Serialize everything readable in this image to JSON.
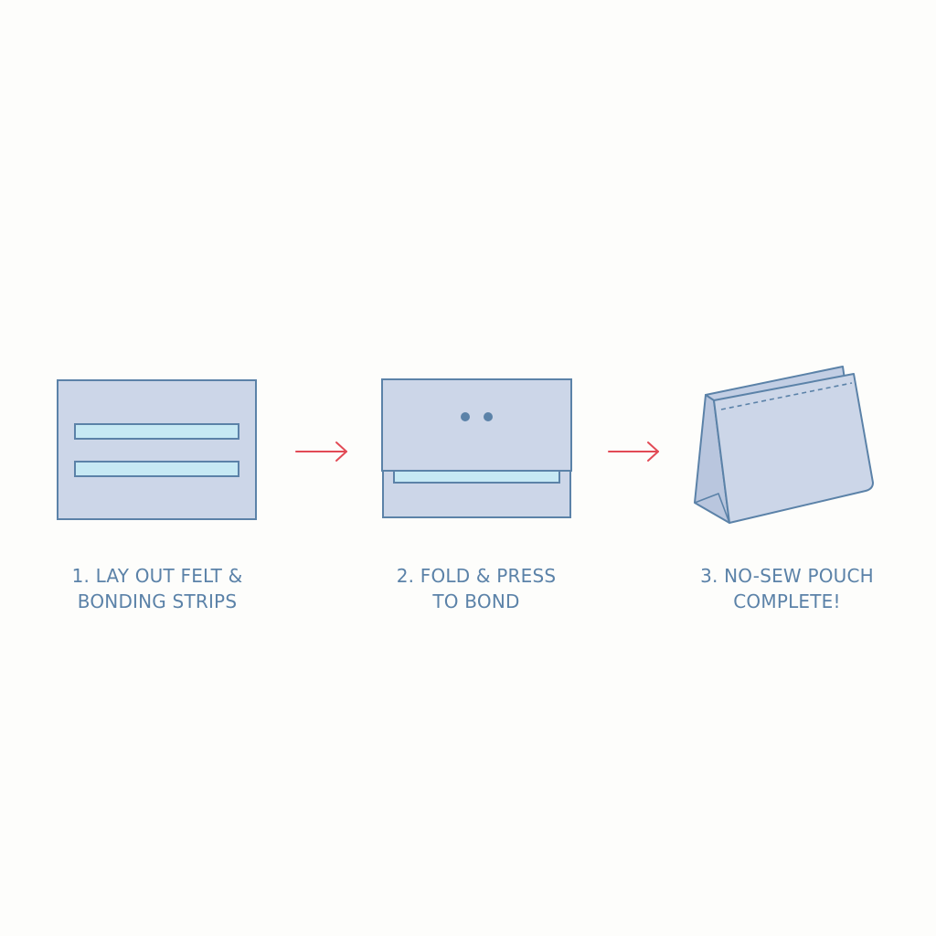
{
  "colors": {
    "background": "#fdfdfb",
    "felt_fill": "#ccd6e8",
    "felt_fill_dark": "#b9c6de",
    "felt_stroke": "#5b82a8",
    "strip_fill": "#c6e9f4",
    "arrow": "#e24a55",
    "caption": "#5b82a8"
  },
  "steps": [
    {
      "illustration_icon": "felt-sheet-with-bonding-strips-icon",
      "caption_lines": [
        "1. LAY OUT FELT &",
        "BONDING STRIPS"
      ]
    },
    {
      "illustration_icon": "folded-felt-pressed-icon",
      "caption_lines": [
        "2. FOLD & PRESS",
        "TO BOND"
      ]
    },
    {
      "illustration_icon": "finished-pouch-icon",
      "caption_lines": [
        "3. NO-SEW POUCH",
        "COMPLETE!"
      ]
    }
  ],
  "connectors": [
    {
      "icon": "arrow-right-icon"
    },
    {
      "icon": "arrow-right-icon"
    }
  ]
}
